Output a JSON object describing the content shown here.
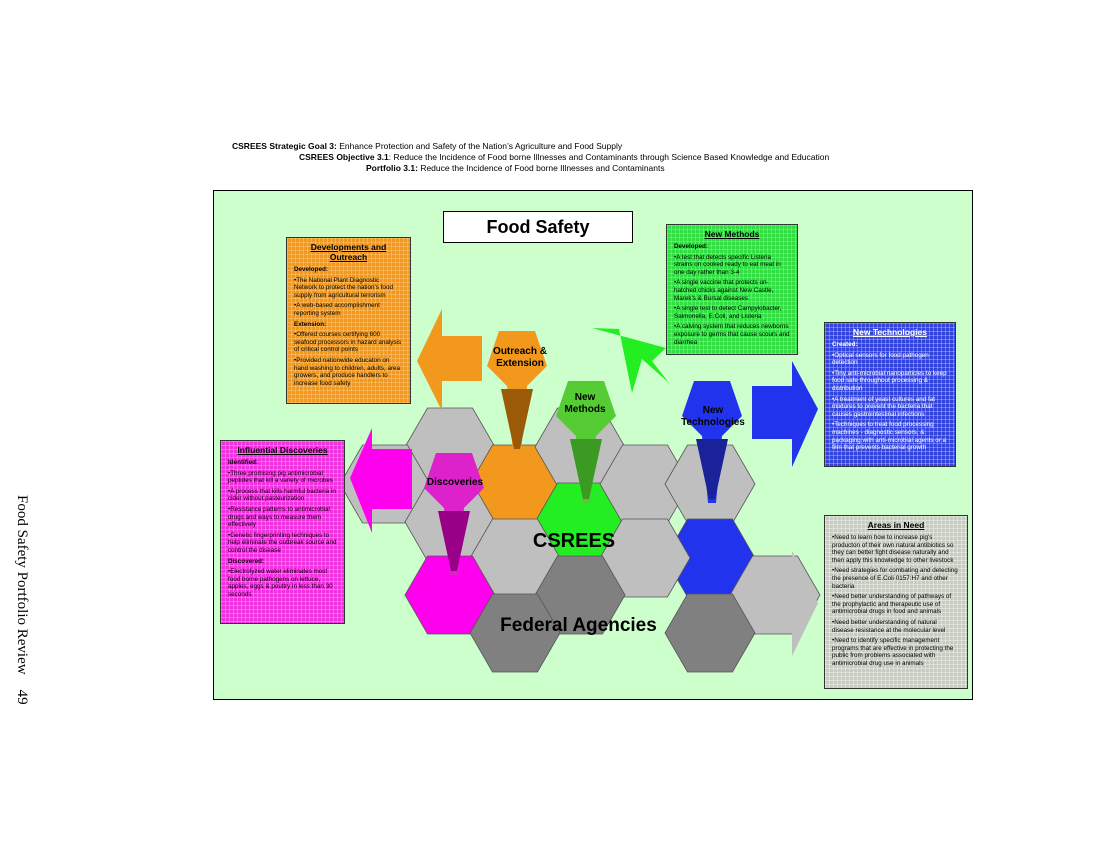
{
  "header": {
    "goal_label": "CSREES Strategic Goal 3:",
    "goal_text": " Enhance Protection and Safety of the Nation’s Agriculture and Food Supply",
    "objective_label": "CSREES Objective 3.1",
    "objective_text": ": Reduce the Incidence of Food borne Illnesses and Contaminants through Science Based Knowledge and Education",
    "portfolio_label": "Portfolio 3.1:",
    "portfolio_text": " Reduce the Incidence of Food borne Illnesses and Contaminants"
  },
  "diagram": {
    "title": "Food Safety",
    "center_label": "CSREES",
    "bottom_label": "Federal Agencies",
    "funnels": {
      "outreach": "Outreach &\nExtension",
      "methods": "New\nMethods",
      "technologies": "New\nTechnologies",
      "discoveries": "Discoveries"
    },
    "colors": {
      "panel": "#ccffcc",
      "orange": "#f2981c",
      "green": "#22ee22",
      "blue": "#2233ee",
      "magenta": "#ff00ee",
      "gray": "#bfbfbf",
      "dark_gray": "#808080"
    }
  },
  "boxes": {
    "developments": {
      "title": "Developments and Outreach",
      "sub1": "Developed:",
      "items1": [
        "•The National Plant Diagnostic Network to protect the nation’s food supply from agricultural terrorism",
        "•A web-based accomplishment reporting system"
      ],
      "sub2": "Extension:",
      "items2": [
        "•Offered courses certifying 600 seafood processors in hazard analysis of critical control points",
        "•Provided nationwide educaton on hand washing to children, adults, area growers, and produce handlers to increase food safety"
      ]
    },
    "new_methods": {
      "title": "New Methods",
      "sub1": "Developed:",
      "items1": [
        "•A test that detects specific Listeria strains on cooked ready to eat meat in one day rather than 3-4",
        "•A single vaccine that protects un-hatched chicks against New Castle, Marek’s & Bursal diseases",
        "•A single test to detect Campylobacter, Salmonella, E.Coli, and Listeria",
        "•A calving system that reduces newborns exposure to germs that cause scours and diarrhea"
      ]
    },
    "new_technologies": {
      "title": "New Technologies",
      "sub1": "Created:",
      "items1": [
        "•Optical sensors for food pathogen detection",
        "•Tiny anti-microbial nanoparticles to keep food safe throughout processing & distribution",
        "•A treatment of yeast cultures and fat mixtures to prevent the bacteria that causes gastrointestinal infections",
        "•Techniques to treat food processing machines - diagnostic sensors, & packaging with anti-microbial agents or a film that prevents bacterial growth"
      ]
    },
    "influential": {
      "title": "Influential Discoveries",
      "sub1": "Identified:",
      "items1": [
        "•Three promising pig antimicrobial peptides that kill a variety of microbes",
        "•A process that kills harmful bacteria in cider without pasteurization",
        "•Resistance patterns to antimicrobial drugs and ways to measure them effectively",
        "•Genetic fingerprinting techniques to help eliminate the outbreak source and control the disease"
      ],
      "sub2": "Discovered:",
      "items2": [
        "•Electrolyzed water eliminates most food borne pathogens on lettuce, apples, eggs & poultry in less than 30 seconds"
      ]
    },
    "areas_in_need": {
      "title": "Areas in Need",
      "items1": [
        "•Need to learn how to increase pig’s producton of their own natural antibiotics so they can better fight disease naturally and then apply this knowledge to other livestock",
        "•Need strategies for combating and detecting the presence of E.Coli 0157:H7 and other bacteria",
        "•Need better understanding of pathways of the prophylactic and therapeutic use of antimicrobial drugs in food and animals",
        "•Need better understanding of natural disease resistance at the molecular level",
        "•Need to identify specific management programs that are effective in protecting the public from problems associated with antimicrobial drug use in animals"
      ]
    }
  },
  "side_text": "Food Safety Portfolio Review    49"
}
